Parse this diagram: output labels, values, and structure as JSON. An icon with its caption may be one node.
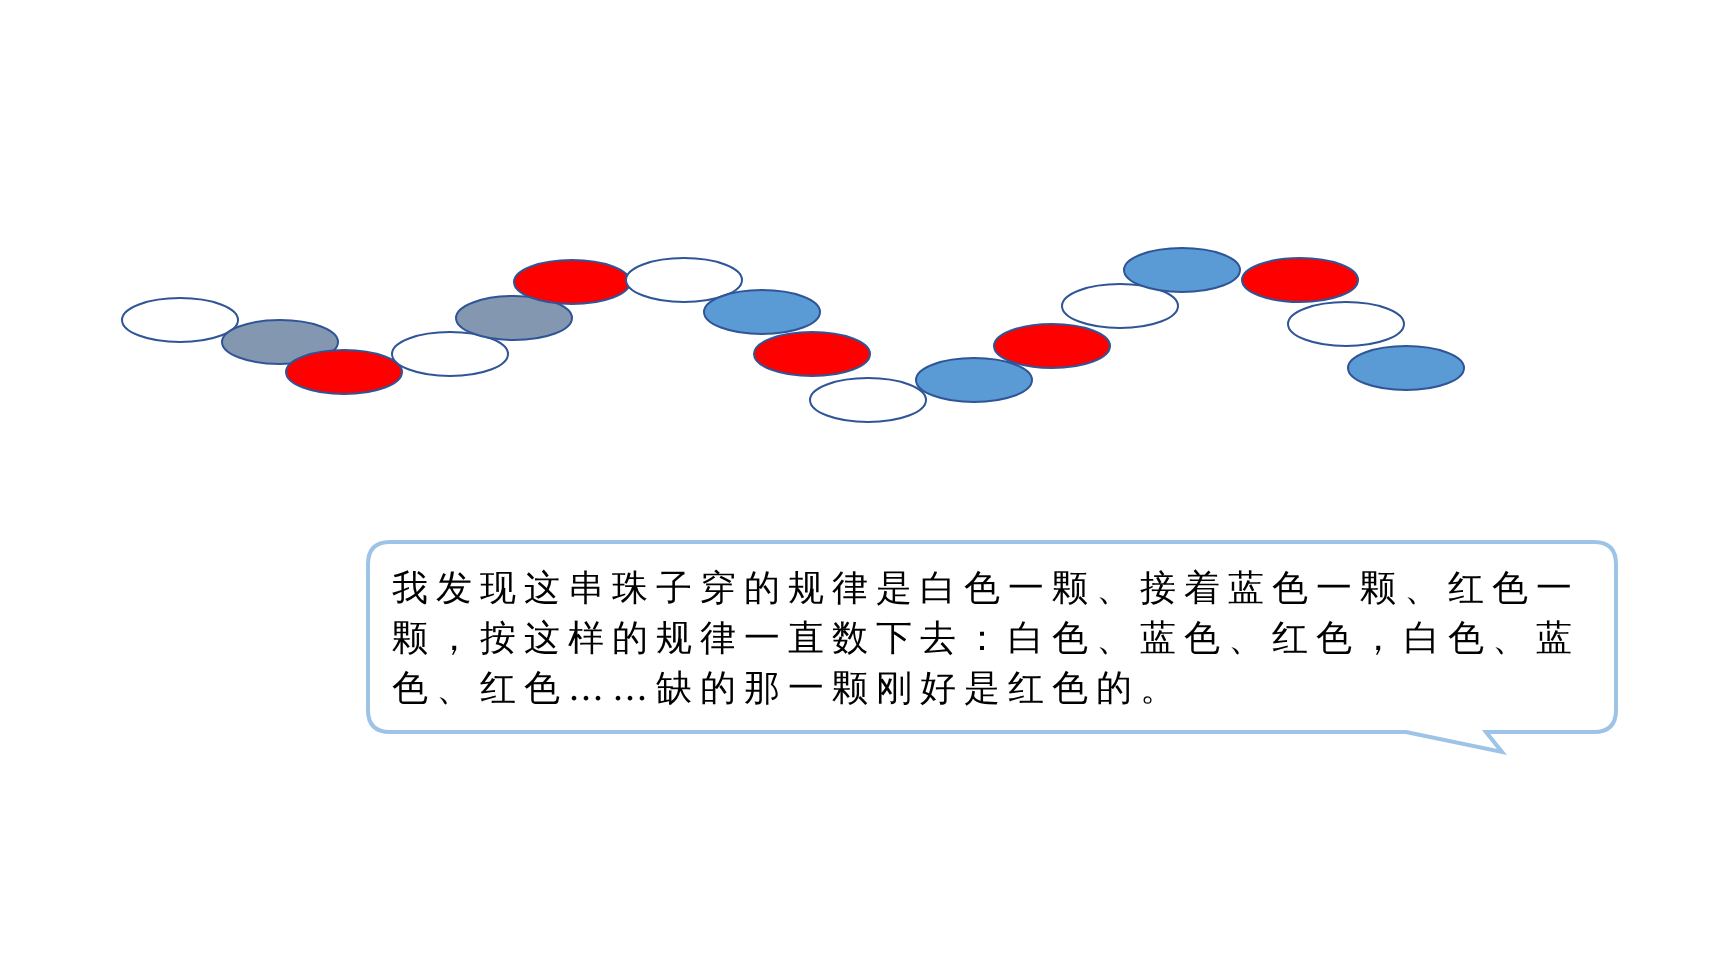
{
  "diagram": {
    "nodes": [
      {
        "text": [],
        "shape": "ellipse"
      },
      {
        "text": [],
        "shape": "ellipse"
      },
      {
        "text": [],
        "shape": "ellipse"
      },
      {
        "text": [],
        "shape": "ellipse"
      },
      {
        "text": [],
        "shape": "ellipse"
      },
      {
        "text": [],
        "shape": "ellipse"
      },
      {
        "text": [],
        "shape": "ellipse"
      },
      {
        "text": [],
        "shape": "ellipse"
      },
      {
        "text": [],
        "shape": "ellipse"
      },
      {
        "text": [],
        "shape": "ellipse"
      },
      {
        "text": [],
        "shape": "ellipse"
      },
      {
        "text": [],
        "shape": "ellipse"
      },
      {
        "text": [],
        "shape": "ellipse"
      },
      {
        "text": [],
        "shape": "ellipse"
      },
      {
        "text": [],
        "shape": "ellipse"
      },
      {
        "text": [],
        "shape": "ellipse"
      },
      {
        "text": [],
        "shape": "ellipse"
      },
      {
        "text": [
          "我发现这串珠子穿的规律是白色一颗、接着蓝色一颗、红色一颗，按这样的规律一直数下去：白色、蓝色、红色，白色、蓝色、红色……缺的那一颗刚好是红色的。"
        ]
      }
    ]
  }
}
